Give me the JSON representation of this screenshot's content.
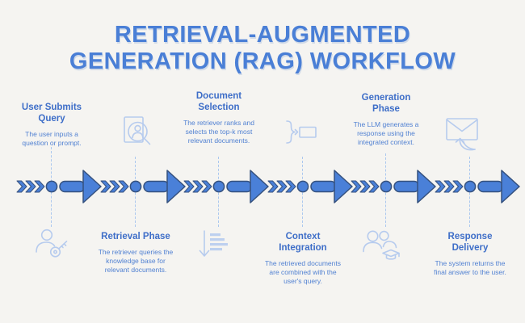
{
  "title": {
    "line1": "RETRIEVAL-AUGMENTED",
    "line2": "GENERATION (RAG) WORKFLOW"
  },
  "steps": [
    {
      "heading": "User Submits Query",
      "description": "The user inputs a question or prompt.",
      "icon": "user-key-icon",
      "position": "text-above"
    },
    {
      "heading": "Retrieval Phase",
      "description": "The retriever queries the knowledge base for relevant documents.",
      "icon": "document-search-icon",
      "position": "text-below"
    },
    {
      "heading": "Document Selection",
      "description": "The retriever ranks and selects the top-k most relevant documents.",
      "icon": "sort-ranking-icon",
      "position": "text-above"
    },
    {
      "heading": "Context Integration",
      "description": "The retrieved documents are combined with the user's query.",
      "icon": "context-merge-icon",
      "position": "text-below"
    },
    {
      "heading": "Generation Phase",
      "description": "The LLM generates a response using the integrated context.",
      "icon": "users-graduation-icon",
      "position": "text-above"
    },
    {
      "heading": "Response Delivery",
      "description": "The system returns the final answer to the user.",
      "icon": "mail-reply-icon",
      "position": "text-below"
    }
  ],
  "colors": {
    "accent_blue": "#4a7fd6",
    "arrow_outline": "#35517e",
    "heading_blue": "#3e6ec8",
    "body_blue": "#5181d2",
    "icon_blue": "#b6cbee",
    "background": "#f5f4f1"
  }
}
